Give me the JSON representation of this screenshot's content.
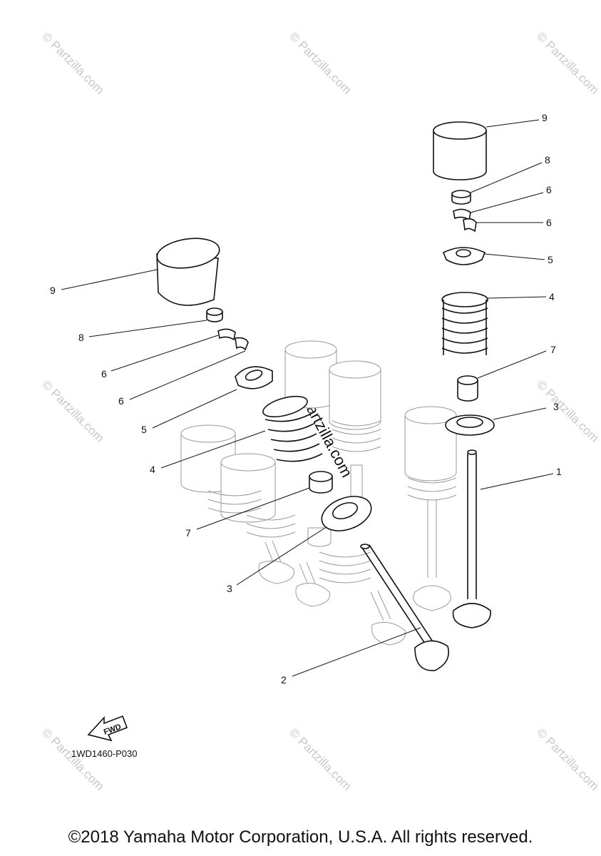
{
  "watermarks": {
    "corner_text": "© Partzilla.com",
    "center_text": "© Partzilla.com"
  },
  "callouts": {
    "right_valve": {
      "lifter": "9",
      "shim": "8",
      "keeper_upper": "6",
      "keeper_lower": "6",
      "retainer": "5",
      "spring": "4",
      "stem_seal": "7",
      "spring_seat": "3",
      "valve": "1"
    },
    "left_valve": {
      "lifter": "9",
      "shim": "8",
      "keeper_upper": "6",
      "keeper_lower": "6",
      "retainer": "5",
      "spring": "4",
      "stem_seal": "7",
      "spring_seat": "3",
      "valve": "2"
    }
  },
  "fwd_label": "FWD",
  "diagram_code": "1WD1460-P030",
  "copyright": "©2018 Yamaha Motor Corporation, U.S.A. All rights reserved."
}
